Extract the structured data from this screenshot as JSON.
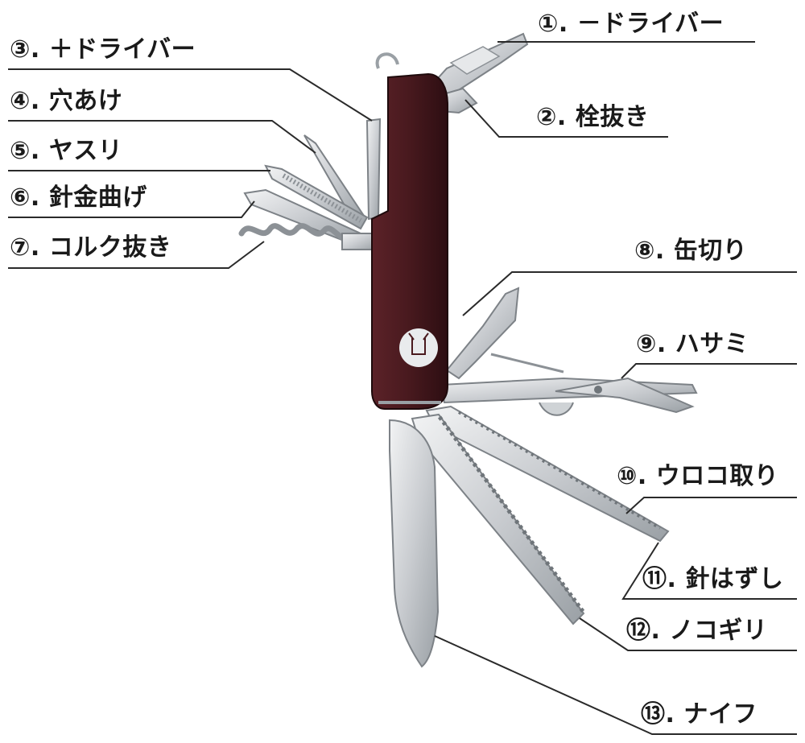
{
  "labels": [
    {
      "id": "1",
      "text": "①. －ドライバー"
    },
    {
      "id": "2",
      "text": "②. 栓抜き"
    },
    {
      "id": "3",
      "text": "③. ＋ドライバー"
    },
    {
      "id": "4",
      "text": "④. 穴あけ"
    },
    {
      "id": "5",
      "text": "⑤. ヤスリ"
    },
    {
      "id": "6",
      "text": "⑥. 針金曲げ"
    },
    {
      "id": "7",
      "text": "⑦. コルク抜き"
    },
    {
      "id": "8",
      "text": "⑧. 缶切り"
    },
    {
      "id": "9",
      "text": "⑨. ハサミ"
    },
    {
      "id": "10",
      "text": "⑩. ウロコ取り"
    },
    {
      "id": "11",
      "text": "⑪. 針はずし"
    },
    {
      "id": "12",
      "text": "⑫. ノコギリ"
    },
    {
      "id": "13",
      "text": "⑬. ナイフ"
    }
  ],
  "colors": {
    "handle": "#4a1a1f",
    "steel": "#cfd3d6",
    "steel_dark": "#8c9196",
    "line": "#2a2a2a"
  }
}
